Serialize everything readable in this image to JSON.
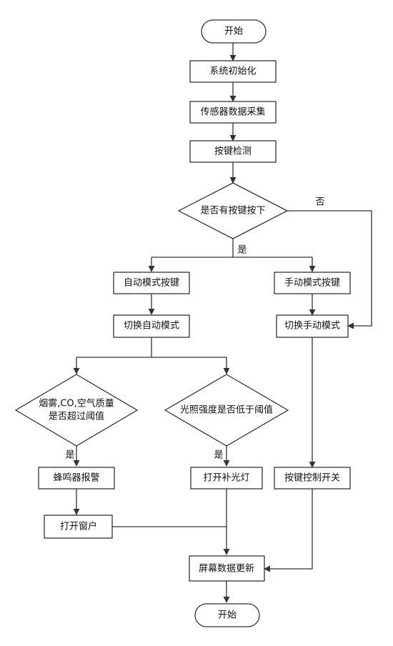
{
  "nodes": {
    "start": "开始",
    "init": "系统初始化",
    "sensor": "传感器数据采集",
    "key_detect": "按键检测",
    "key_pressed": "是否有按键按下",
    "auto_key": "自动模式按键",
    "manual_key": "手动模式按键",
    "switch_auto": "切换自动模式",
    "switch_manual": "切换手动模式",
    "smoke_check_line1": "烟雾,CO,空气质量",
    "smoke_check_line2": "是否超过阈值",
    "light_check": "光照强度是否低于阈值",
    "buzzer": "蜂鸣器报警",
    "fill_light": "打开补光灯",
    "key_switch": "按键控制开关",
    "window": "打开窗户",
    "screen_update": "屏幕数据更新",
    "end": "开始"
  },
  "labels": {
    "no": "否",
    "yes_main": "是",
    "yes_smoke": "是",
    "yes_light": "是"
  },
  "colors": {
    "stroke": "#333333",
    "fill": "#ffffff",
    "text": "#111111"
  }
}
